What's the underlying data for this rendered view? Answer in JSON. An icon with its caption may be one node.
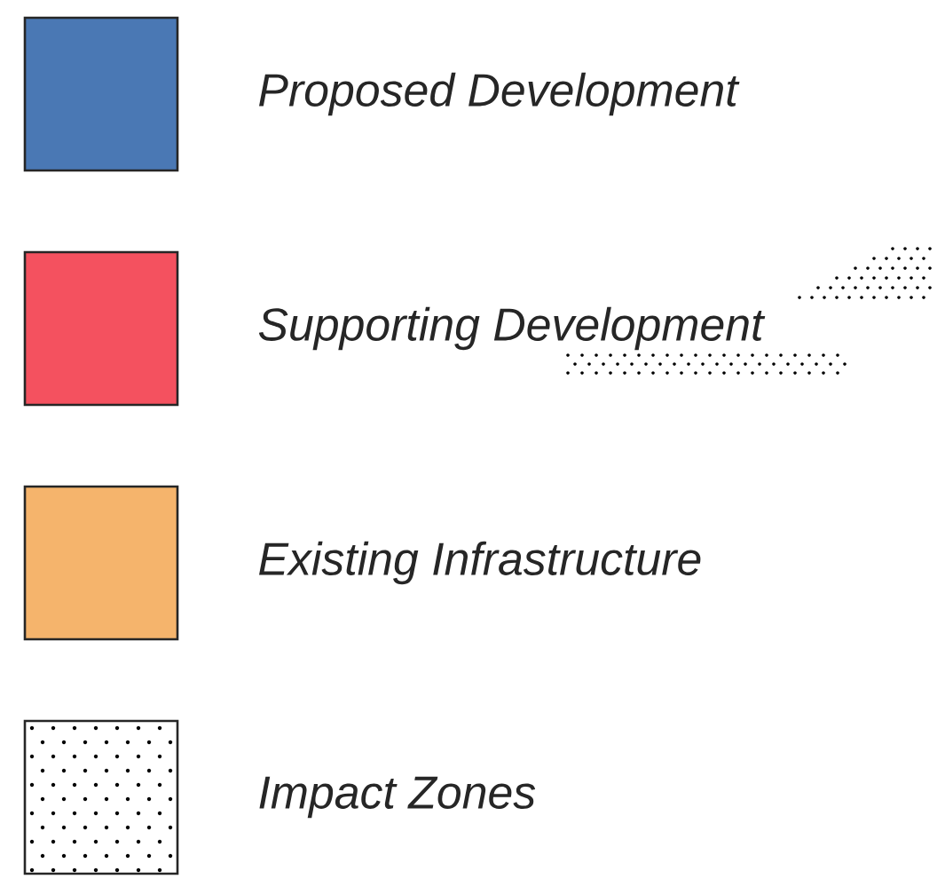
{
  "diagram": {
    "legend": [
      {
        "text": "Proposed Development",
        "color": "#4a78b4"
      },
      {
        "text": "Supporting Development",
        "color": "#f4515f"
      },
      {
        "text": "Existing Infrastructure",
        "color": "#f5b46c"
      },
      {
        "text": "Impact Zones"
      }
    ]
  }
}
